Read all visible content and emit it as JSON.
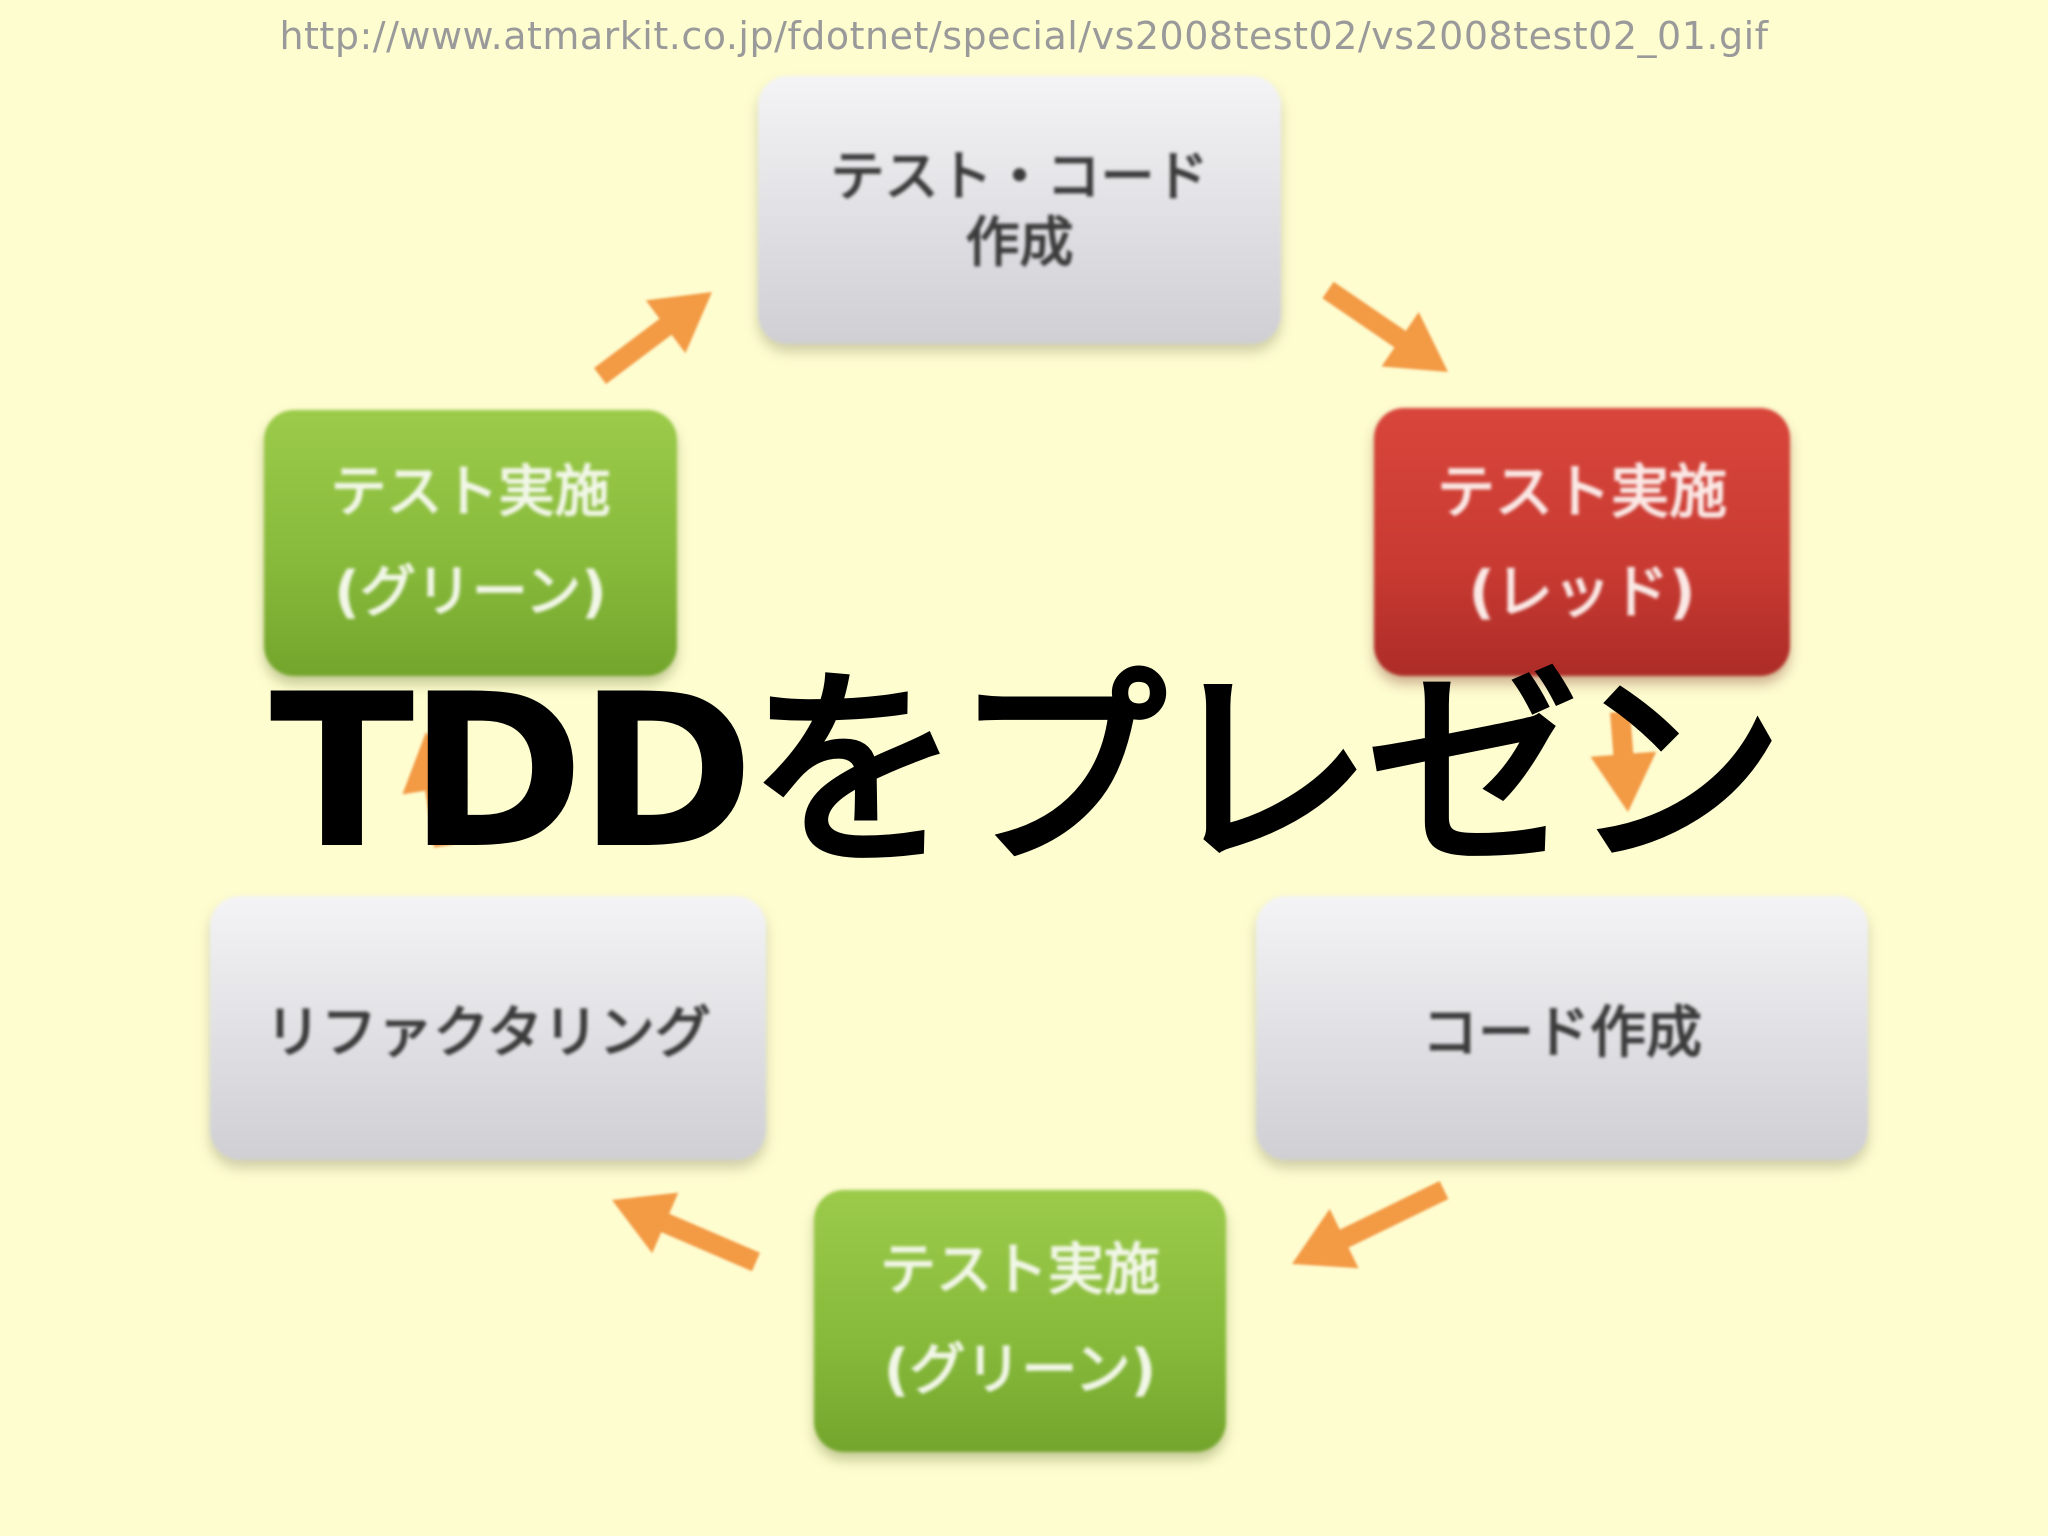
{
  "source_url": "http://www.atmarkit.co.jp/fdotnet/special/vs2008test02/vs2008test02_01.gif",
  "title": "TDDをプレゼン",
  "colors": {
    "background": "#fefdd0",
    "arrow": "#f39a45",
    "gray_box": "#dcdce0",
    "green_box": "#86b93a",
    "red_box": "#c83a32"
  },
  "cycle": {
    "nodes": [
      {
        "lines": [
          "テスト・コード",
          "作成"
        ],
        "style": "gray"
      },
      {
        "lines": [
          "テスト実施",
          "(レッド)"
        ],
        "style": "red"
      },
      {
        "lines": [
          "コード作成"
        ],
        "style": "gray"
      },
      {
        "lines": [
          "テスト実施",
          "(グリーン)"
        ],
        "style": "green"
      },
      {
        "lines": [
          "リファクタリング"
        ],
        "style": "gray"
      },
      {
        "lines": [
          "テスト実施",
          "(グリーン)"
        ],
        "style": "green"
      }
    ]
  }
}
